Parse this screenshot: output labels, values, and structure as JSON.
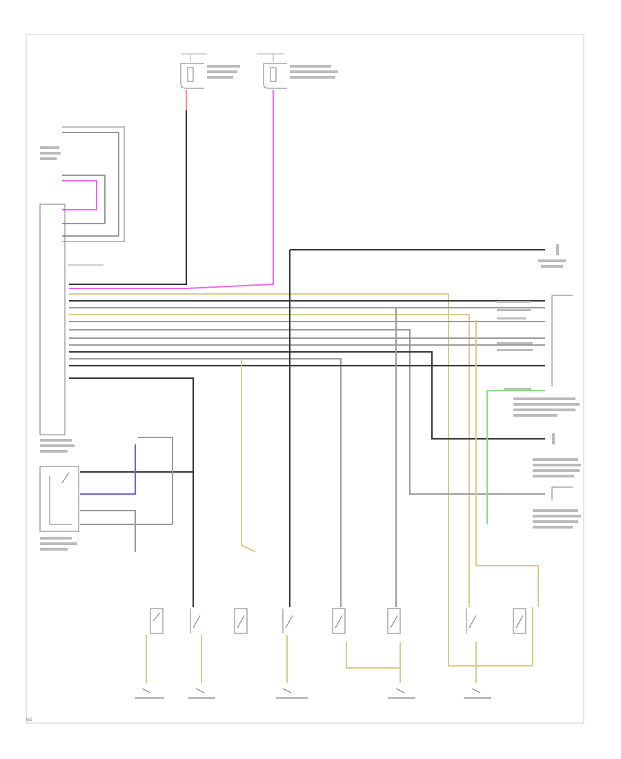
{
  "diagram": {
    "page_id": "W1",
    "colors": {
      "border": "#cccccc",
      "black_wire": "#333333",
      "grey_wire": "#9a9a9a",
      "pink_wire": "#ee66ee",
      "red_wire": "#ff8888",
      "yellow_wire": "#d8cc88",
      "blue_wire": "#6666dd",
      "green_wire": "#88dd88",
      "component": "#777777",
      "label": "#555555"
    },
    "components": [
      "hot-at-all-times-fuse",
      "hot-in-run-start-fuse",
      "diagnostic-connector",
      "instrument-cluster-module",
      "door-contact-switch",
      "relay-module-upper-right",
      "right-side-module",
      "lower-right-switch",
      "left-side-module",
      "seat-switch-1",
      "seat-switch-2",
      "seat-switch-3",
      "seat-switch-4",
      "seat-switch-5",
      "seat-switch-6",
      "seat-switch-7",
      "seat-switch-8",
      "ground-g1",
      "ground-g2",
      "ground-g3",
      "ground-g4",
      "ground-g5"
    ]
  }
}
